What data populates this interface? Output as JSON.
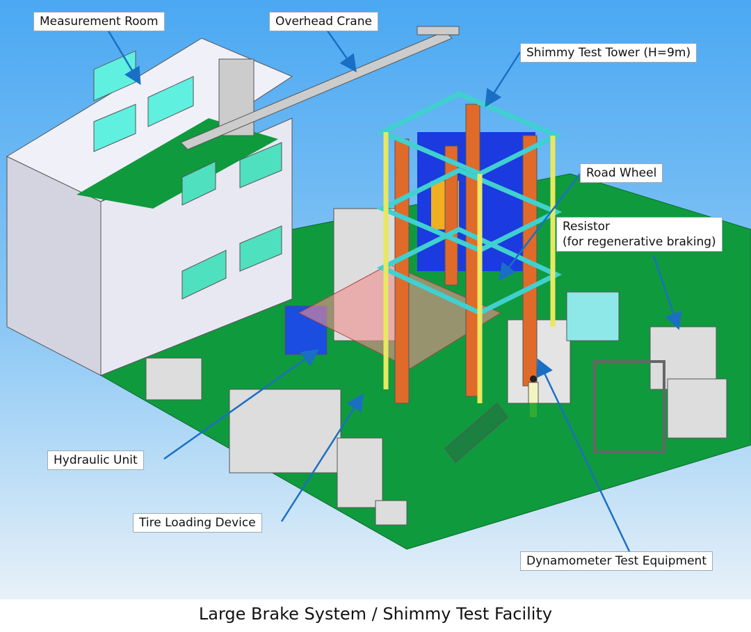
{
  "labels": {
    "measurement_room": "Measurement Room",
    "overhead_crane": "Overhead Crane",
    "shimmy_test_tower": "Shimmy Test Tower (H=9m)",
    "road_wheel": "Road Wheel",
    "resistor_line1": "Resistor",
    "resistor_line2": "(for regenerative braking)",
    "hydraulic_unit": "Hydraulic Unit",
    "tire_loading_device": "Tire Loading Device",
    "dynamometer": "Dynamometer Test Equipment"
  },
  "caption": "Large Brake System / Shimmy Test Facility",
  "colors": {
    "floor": "#0f9a3e",
    "arrow": "#1a6fc4",
    "frame": "#40d0d0",
    "column": "#e06a2a"
  }
}
